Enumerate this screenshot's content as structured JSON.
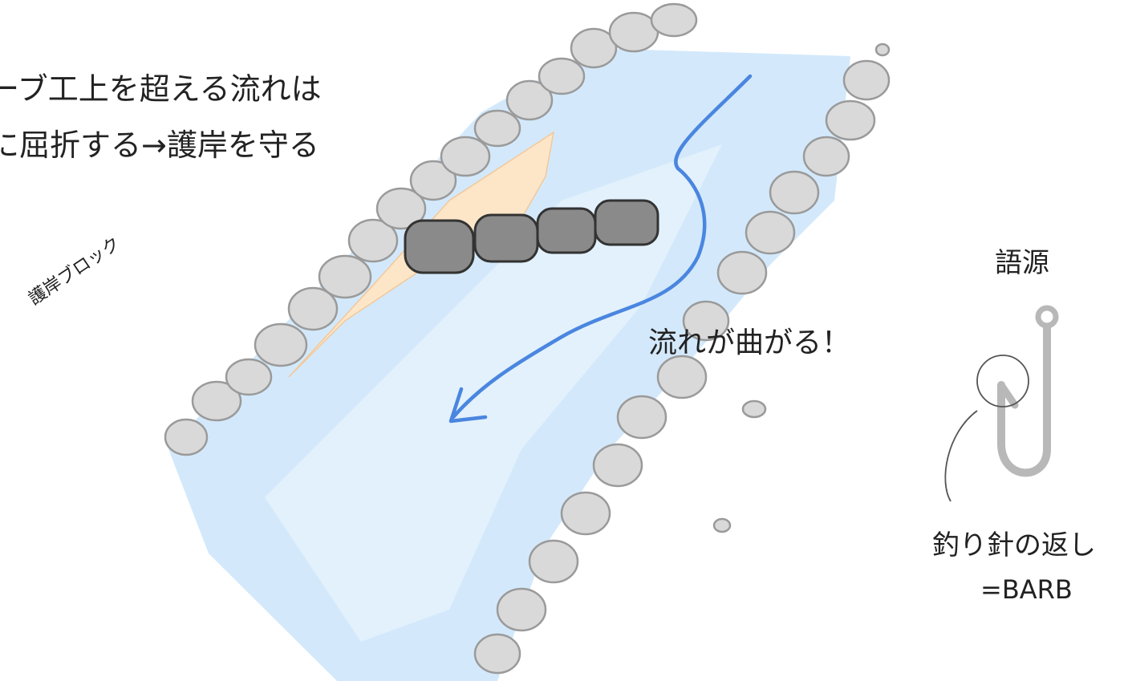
{
  "captions": {
    "line1": "ーブ工上を超える流れは",
    "line2": "に屈折する→護岸を守る"
  },
  "labels": {
    "revetment_block": "護岸ブロック",
    "flow_bends": "流れが曲がる！"
  },
  "etymology": {
    "title": "語源",
    "hook_caption": "釣り針の返し",
    "english": "=BARB"
  },
  "colors": {
    "water": "#d3e9fb",
    "water_light": "#e6f3fd",
    "stone_fill": "#d9d9d9",
    "stone_stroke": "#9a9a9a",
    "barb_stone": "#8a8a8a",
    "sand": "#fde6c8",
    "flow_arrow": "#4a86e0",
    "hook": "#b8b8b8"
  },
  "icons": [
    "river-illustration",
    "flow-arrow",
    "fish-hook-icon"
  ]
}
